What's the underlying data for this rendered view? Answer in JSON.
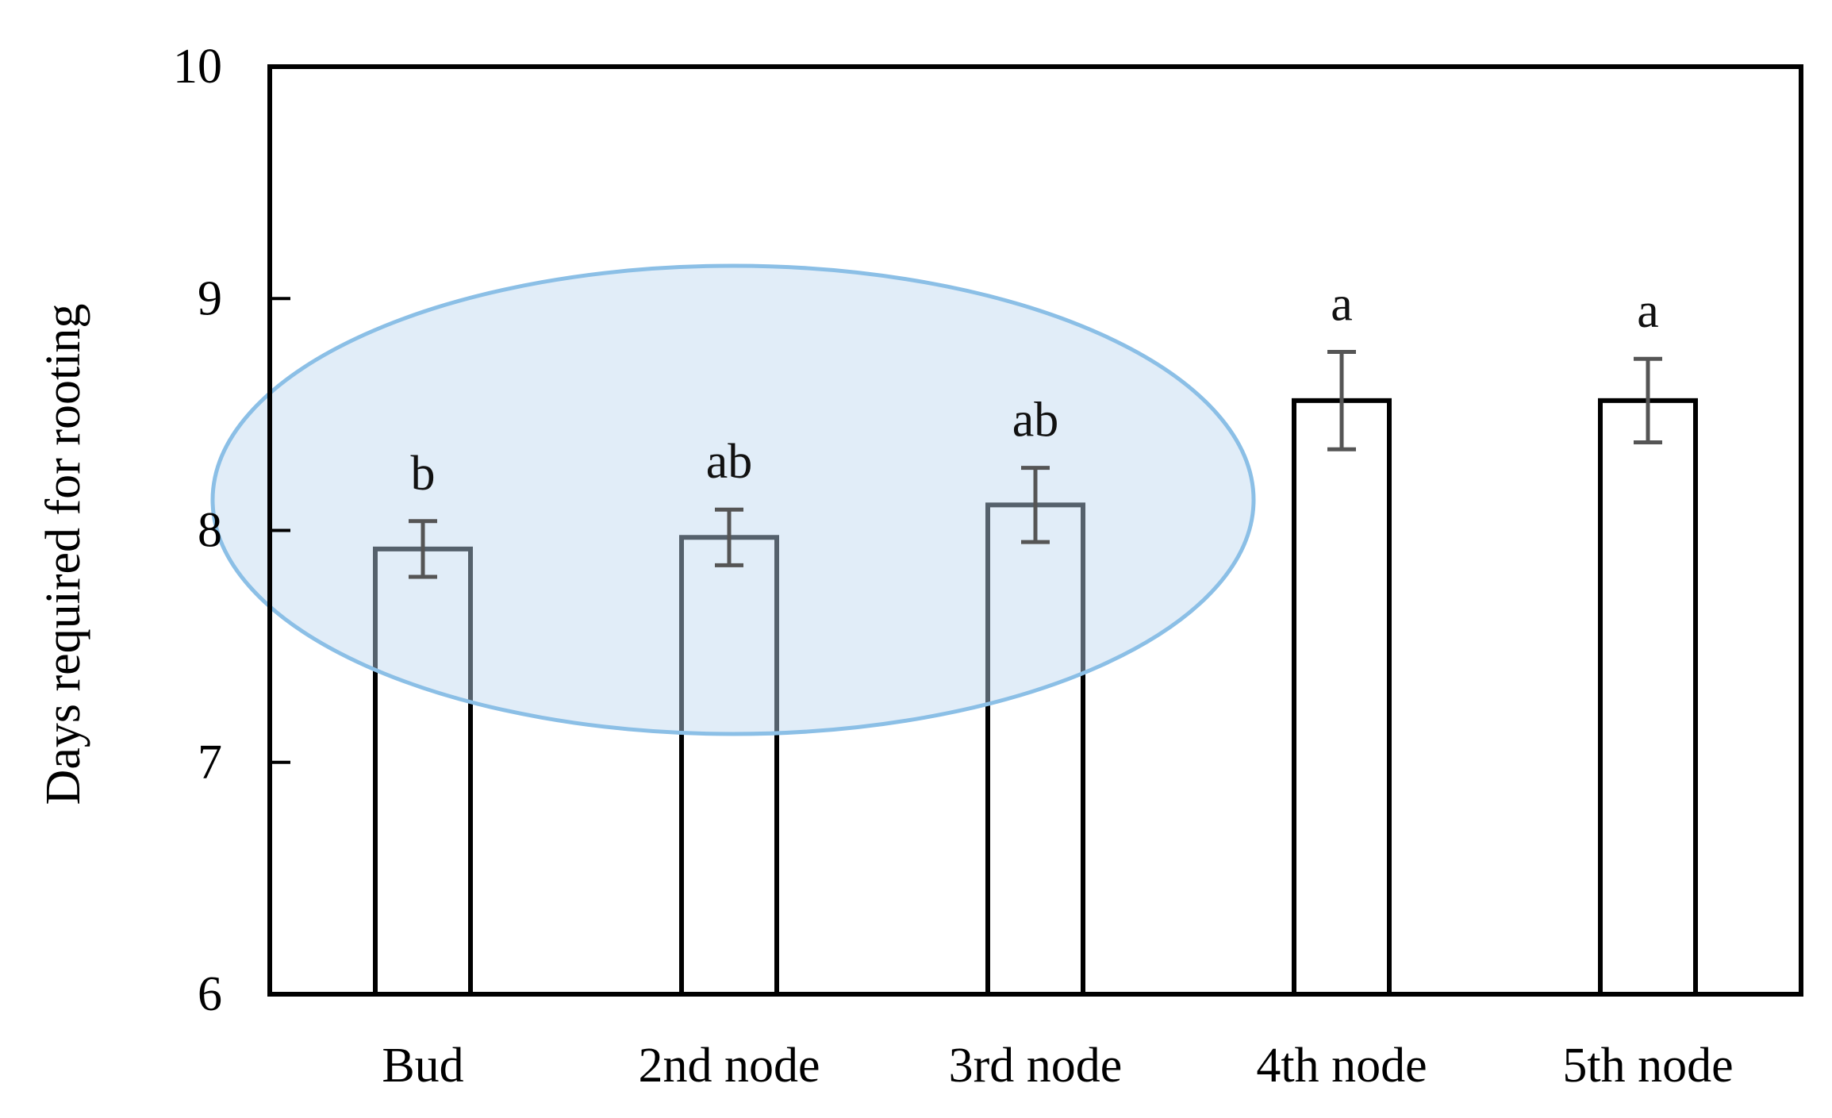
{
  "chart_data": {
    "type": "bar",
    "title": "",
    "xlabel": "",
    "ylabel": "Days required for rooting",
    "ylim": [
      6,
      10
    ],
    "yticks": [
      "6",
      "7",
      "8",
      "9",
      "10"
    ],
    "grid": false,
    "categories": [
      "Bud",
      "2nd node",
      "3rd node",
      "4th node",
      "5th node"
    ],
    "values": [
      7.92,
      7.97,
      8.11,
      8.56,
      8.56
    ],
    "errors": [
      0.12,
      0.12,
      0.16,
      0.21,
      0.18
    ],
    "significance_letters": [
      "b",
      "ab",
      "ab",
      "a",
      "a"
    ],
    "highlight": {
      "shape": "ellipse",
      "covers_categories": [
        "Bud",
        "2nd node",
        "3rd node"
      ],
      "color": "#bcd8f0",
      "border_color": "#8bbfe6"
    },
    "colors": {
      "bar_fill": "#ffffff",
      "bar_stroke": "#000000",
      "error_bar": "#555555"
    }
  }
}
